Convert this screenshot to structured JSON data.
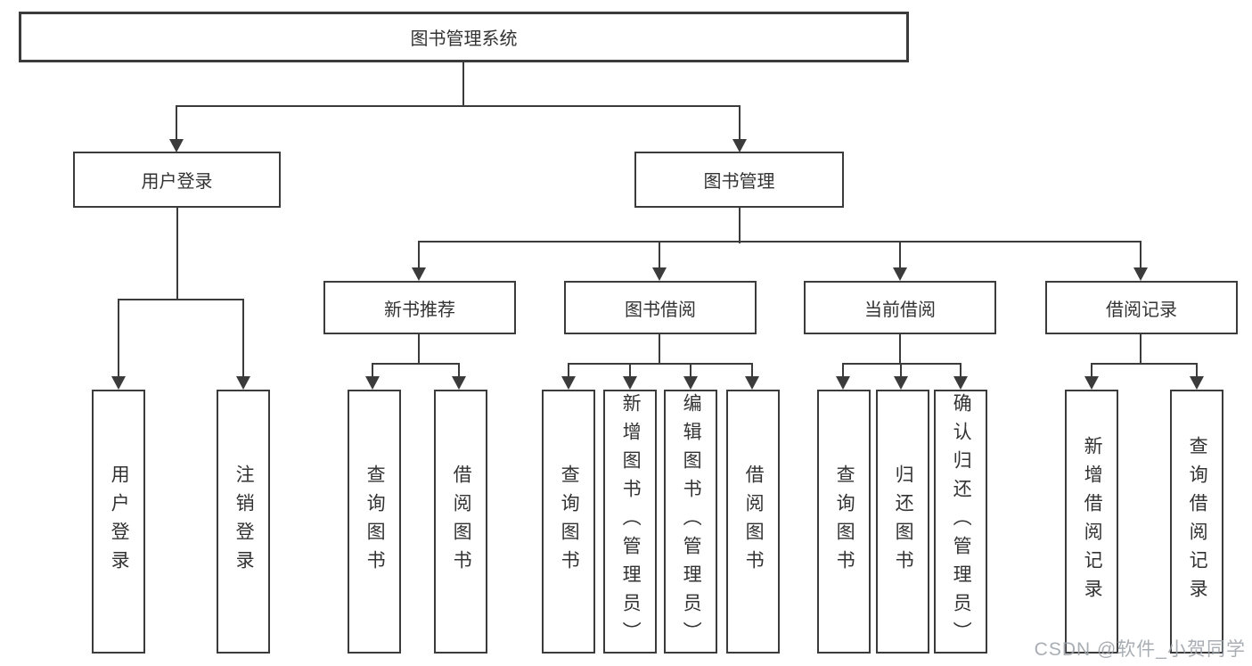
{
  "watermark": "CSDN @软件_小贺同学",
  "colors": {
    "line": "#3b3b3b",
    "box_fill": "#ffffff",
    "text": "#333333",
    "watermark": "#9aa0a6"
  },
  "tree": {
    "root": {
      "label": "图书管理系统",
      "children": [
        {
          "label": "用户登录",
          "children": [
            {
              "label": "用户登录"
            },
            {
              "label": "注销登录"
            }
          ]
        },
        {
          "label": "图书管理",
          "children": [
            {
              "label": "新书推荐",
              "children": [
                {
                  "label": "查询图书"
                },
                {
                  "label": "借阅图书"
                }
              ]
            },
            {
              "label": "图书借阅",
              "children": [
                {
                  "label": "查询图书"
                },
                {
                  "label": "新增图书（管理员）"
                },
                {
                  "label": "编辑图书（管理员）"
                },
                {
                  "label": "借阅图书"
                }
              ]
            },
            {
              "label": "当前借阅",
              "children": [
                {
                  "label": "查询图书"
                },
                {
                  "label": "归还图书"
                },
                {
                  "label": "确认归还（管理员）"
                }
              ]
            },
            {
              "label": "借阅记录",
              "children": [
                {
                  "label": "新增借阅记录"
                },
                {
                  "label": "查询借阅记录"
                }
              ]
            }
          ]
        }
      ]
    }
  }
}
